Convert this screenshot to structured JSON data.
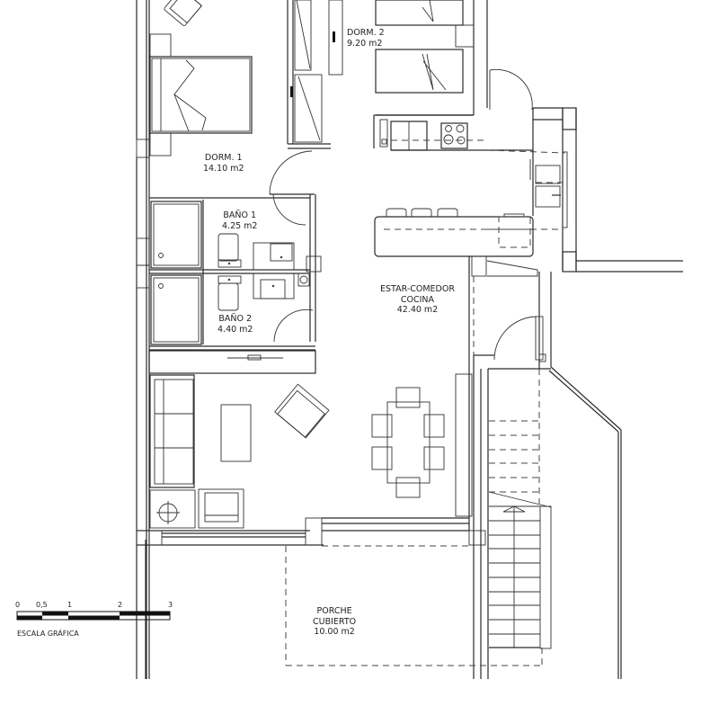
{
  "plan": {
    "rooms": [
      {
        "id": "dorm1",
        "name": "DORM. 1",
        "area": "14.10 m2"
      },
      {
        "id": "dorm2",
        "name": "DORM. 2",
        "area": "9.20 m2"
      },
      {
        "id": "bano1",
        "name": "BAÑO 1",
        "area": "4.25 m2"
      },
      {
        "id": "bano2",
        "name": "BAÑO 2",
        "area": "4.40 m2"
      },
      {
        "id": "estar",
        "name": "ESTAR-COMEDOR",
        "name2": "COCINA",
        "area": "42.40 m2"
      },
      {
        "id": "porche",
        "name": "PORCHE",
        "name2": "CUBIERTO",
        "area": "10.00 m2"
      }
    ]
  },
  "scale_bar": {
    "ticks": [
      "0",
      "0,5",
      "1",
      "2",
      "3"
    ],
    "title": "ESCALA GRÁFICA"
  },
  "colors": {
    "line": "#2a2a2a",
    "background": "#ffffff",
    "scale_fill": "#111111"
  }
}
